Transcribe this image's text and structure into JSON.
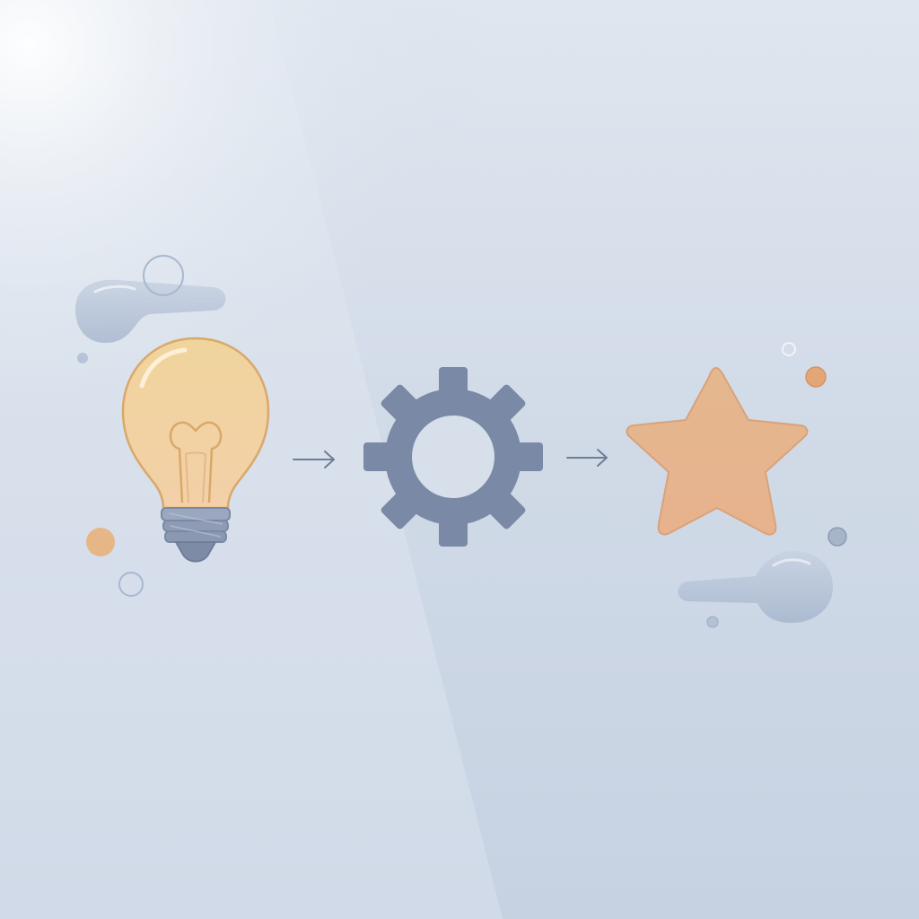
{
  "diagram": {
    "steps": [
      {
        "id": "idea",
        "icon": "lightbulb-icon"
      },
      {
        "id": "process",
        "icon": "gear-icon"
      },
      {
        "id": "result",
        "icon": "star-icon"
      }
    ],
    "connectors": [
      {
        "from": "idea",
        "to": "process",
        "icon": "arrow-right-icon"
      },
      {
        "from": "process",
        "to": "result",
        "icon": "arrow-right-icon"
      }
    ]
  },
  "colors": {
    "background": "#d3dde9",
    "bulb_glass": "#f2d3a0",
    "bulb_outline": "#d9a86a",
    "bulb_base": "#8d9bb5",
    "gear": "#7a89a6",
    "star": "#e8b48e",
    "arrow": "#6f7d96",
    "droplet": "#b3c1d6",
    "accent_dot": "#e3a777"
  }
}
